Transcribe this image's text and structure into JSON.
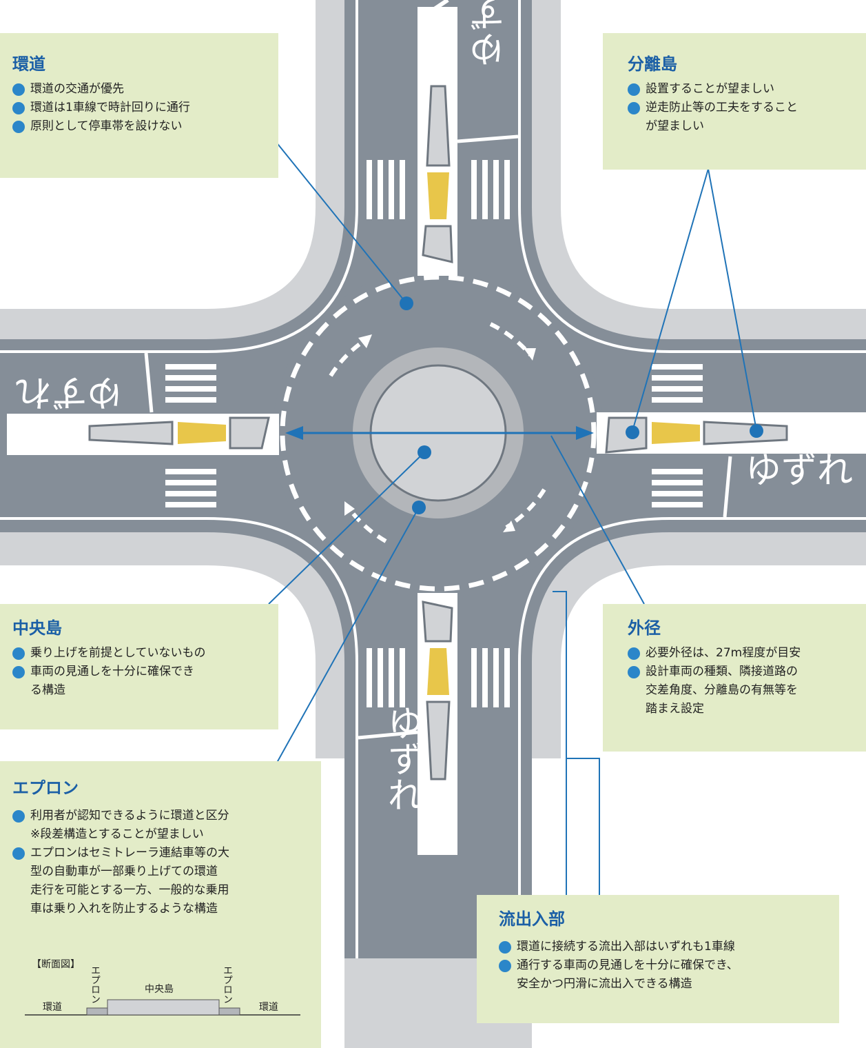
{
  "panels": {
    "kando": {
      "title": "環道",
      "items": [
        "環道の交通が優先",
        "環道は1車線で時計回りに通行",
        "原則として停車帯を設けない"
      ]
    },
    "bunritou": {
      "title": "分離島",
      "items": [
        "設置することが望ましい",
        "逆走防止等の工夫をすること\nが望ましい"
      ]
    },
    "chuoutou": {
      "title": "中央島",
      "items": [
        "乗り上げを前提としていないもの",
        "車両の見通しを十分に確保でき\nる構造"
      ]
    },
    "gaikei": {
      "title": "外径",
      "items": [
        "必要外径は、27m程度が目安",
        "設計車両の種類、隣接道路の\n交差角度、分離島の有無等を\n踏まえ設定"
      ]
    },
    "apron": {
      "title": "エプロン",
      "item1": "利用者が認知できるように環道と区分",
      "item1_note": "※段差構造とすることが望ましい",
      "item2": "エプロンはセミトレーラ連結車等の大\n型の自動車が一部乗り上げての環道\n走行を可能とする一方、一般的な乗用\n車は乗り入れを防止するような構造",
      "section": {
        "heading": "【断面図】",
        "left_road": "環道",
        "right_road": "環道",
        "center": "中央島",
        "apron_left": "エプロン",
        "apron_right": "エプロン"
      }
    },
    "ryushutsu": {
      "title": "流出入部",
      "items": [
        "環道に接続する流出入部はいずれも1車線",
        "通行する車両の見通しを十分に確保でき、\n安全かつ円滑に流出入できる構造"
      ]
    }
  },
  "road_marking": "ゆずれ",
  "colors": {
    "asphalt": "#858e98",
    "sidewalk": "#d1d3d6",
    "panel_bg": "#e3ecc8",
    "title_blue": "#1b5fa6",
    "bullet_blue": "#2b86c9",
    "yellow_marker": "#e8c64a"
  }
}
